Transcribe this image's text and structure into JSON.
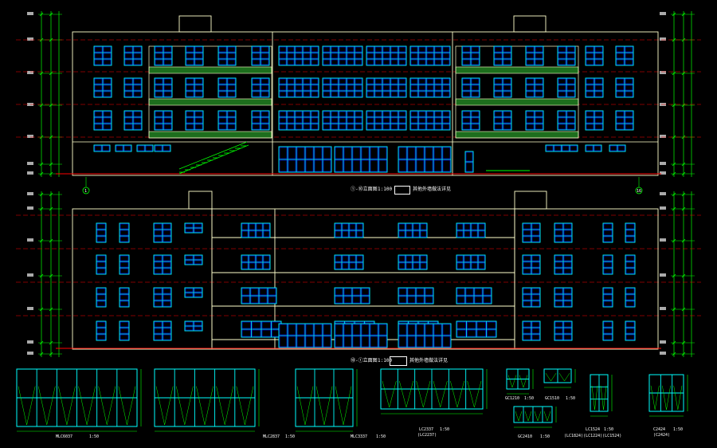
{
  "colors": {
    "background": "#000000",
    "outline": "#ffffcc",
    "axis": "#ff0000",
    "window": "#00ffff",
    "dimension": "#00ff00",
    "balcony": "#1d6e1d",
    "glazing": "#0000ff",
    "text": "#ffffff"
  },
  "elevations": {
    "upper": {
      "label_left": "①-⑩立面图",
      "scale": "1:100",
      "note": "其他外墙做法详见"
    },
    "lower": {
      "label_left": "⑩-①立面图",
      "scale": "1:100",
      "note": "其他外墙做法详见"
    }
  },
  "axis_bubbles": [
    "1",
    "16"
  ],
  "window_details": [
    {
      "id": "w1",
      "caption": "MLC6037",
      "code": "1:50"
    },
    {
      "id": "w2",
      "caption": "MLC2837",
      "code": "1:50"
    },
    {
      "id": "w3",
      "caption": "MLC3337",
      "code": "1:50"
    },
    {
      "id": "w4",
      "caption": "LC2337",
      "code": "1:50",
      "sub": "(LC2237)"
    },
    {
      "id": "w5",
      "caption": "GC1210",
      "code": "1:50"
    },
    {
      "id": "w6",
      "caption": "GC1510",
      "code": "1:50"
    },
    {
      "id": "w7",
      "caption": "GC2410",
      "code": "1:50"
    },
    {
      "id": "w8",
      "caption": "LC1524",
      "code": "1:50",
      "sub": "(LC1824)(LC1224)(LC1524)"
    },
    {
      "id": "w9",
      "caption": "C2424",
      "code": "1:50",
      "sub": "(C2424)"
    }
  ]
}
